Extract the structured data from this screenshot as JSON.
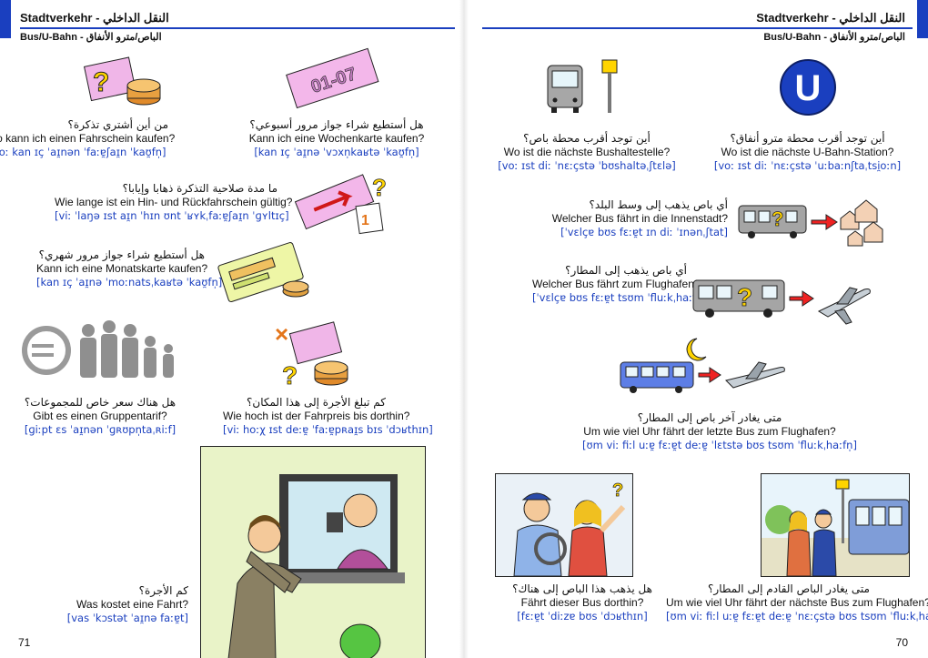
{
  "header": {
    "title": "Stadtverkehr - النقل الداخلي",
    "subtitle": "Bus/U-Bahn - الباص/مترو الأنفاق"
  },
  "left_page": {
    "page_number": "71",
    "phrases": [
      {
        "ar": "من أين أشتري تذكرة؟",
        "de": "Wo kann ich einen Fahrschein kaufen?",
        "ipa": "[voː kan ɪç ˈaɪ̯nən ˈfaːɐ̯ʃaɪ̯n ˈkaʊ̯fn̩]"
      },
      {
        "ar": "هل أستطيع شراء جواز مرور أسبوعي؟",
        "de": "Kann ich eine Wochenkarte kaufen?",
        "ipa": "[kan ɪç ˈaɪ̯nə ˈvɔxn̩kaʁtə ˈkaʊ̯fn̩]"
      },
      {
        "ar": "ما مدة صلاحية التذكرة ذهابا وإيابا؟",
        "de": "Wie lange ist ein Hin- und Rückfahrschein gültig?",
        "ipa": "[viː ˈlaŋə ɪst aɪ̯n ˈhɪn ʊnt ˈʁʏkˌfaːɐ̯ʃaɪ̯n ˈɡʏltɪç]"
      },
      {
        "ar": "هل أستطيع شراء جواز مرور شهري؟",
        "de": "Kann ich eine Monatskarte kaufen?",
        "ipa": "[kan ɪç ˈaɪ̯nə ˈmoːnatsˌkaʁtə ˈkaʊ̯fn̩]"
      },
      {
        "ar": "هل هناك سعر خاص للمجموعات؟",
        "de": "Gibt es einen Gruppentarif?",
        "ipa": "[ɡiːpt ɛs ˈaɪ̯nən ˈɡʀʊpn̩taˌʀiːf]"
      },
      {
        "ar": "كم تبلغ الأجرة إلى هذا المكان؟",
        "de": "Wie hoch ist der Fahrpreis bis dorthin?",
        "ipa": "[viː hoːχ ɪst deːɐ̯ ˈfaːɐ̯pʀaɪ̯s bɪs ˈdɔʁthɪn]"
      },
      {
        "ar": "كم الأجرة؟",
        "de": "Was kostet eine Fahrt?",
        "ipa": "[vas ˈkɔstət ˈaɪ̯nə faːɐ̯t]"
      }
    ]
  },
  "right_page": {
    "page_number": "70",
    "phrases": [
      {
        "ar": "أين توجد أقرب محطة باص؟",
        "de": "Wo ist die nächste Bushaltestelle?",
        "ipa": "[voː ɪst diː ˈnɛːçstə ˈbʊshaltəˌʃtɛlə]"
      },
      {
        "ar": "أين توجد أقرب محطة مترو أنفاق؟",
        "de": "Wo ist die nächste U-Bahn-Station?",
        "ipa": "[voː ɪst diː ˈnɛːçstə ˈuːbaːnʃtaˌtsi̯oːn]"
      },
      {
        "ar": "أي باص يذهب إلى وسط البلد؟",
        "de": "Welcher Bus fährt in die Innenstadt?",
        "ipa": "[ˈvɛlçɐ bʊs fɛːɐ̯t ɪn diː ˈɪnənˌʃtat]"
      },
      {
        "ar": "أي باص يذهب إلى المطار؟",
        "de": "Welcher Bus fährt zum Flughafen?",
        "ipa": "[ˈvɛlçɐ bʊs fɛːɐ̯t tsʊm ˈfluːkˌhaːfn̩]"
      },
      {
        "ar": "متى يغادر آخر باص إلى المطار؟",
        "de": "Um wie viel Uhr fährt der letzte Bus zum Flughafen?",
        "ipa": "[ʊm viː fiːl uːɐ̯ fɛːɐ̯t deːɐ̯ ˈlɛtstə bʊs tsʊm ˈfluːkˌhaːfn̩]"
      },
      {
        "ar": "هل يذهب هذا الباص إلى هناك؟",
        "de": "Fährt dieser Bus dorthin?",
        "ipa": "[fɛːɐ̯t ˈdiːzɐ bʊs ˈdɔʁthɪn]"
      },
      {
        "ar": "متى يغادر الباص القادم إلى المطار؟",
        "de": "Um wie viel Uhr fährt der nächste Bus zum Flughafen?",
        "ipa": "[ʊm viː fiːl uːɐ̯ fɛːɐ̯t deːɐ̯ ˈnɛːçstə bʊs tsʊm ˈfluːkˌhaːfn̩]"
      }
    ]
  },
  "icons": {
    "subway_sign": "U",
    "ticket_date": "01-07",
    "calendar_day": "1"
  }
}
